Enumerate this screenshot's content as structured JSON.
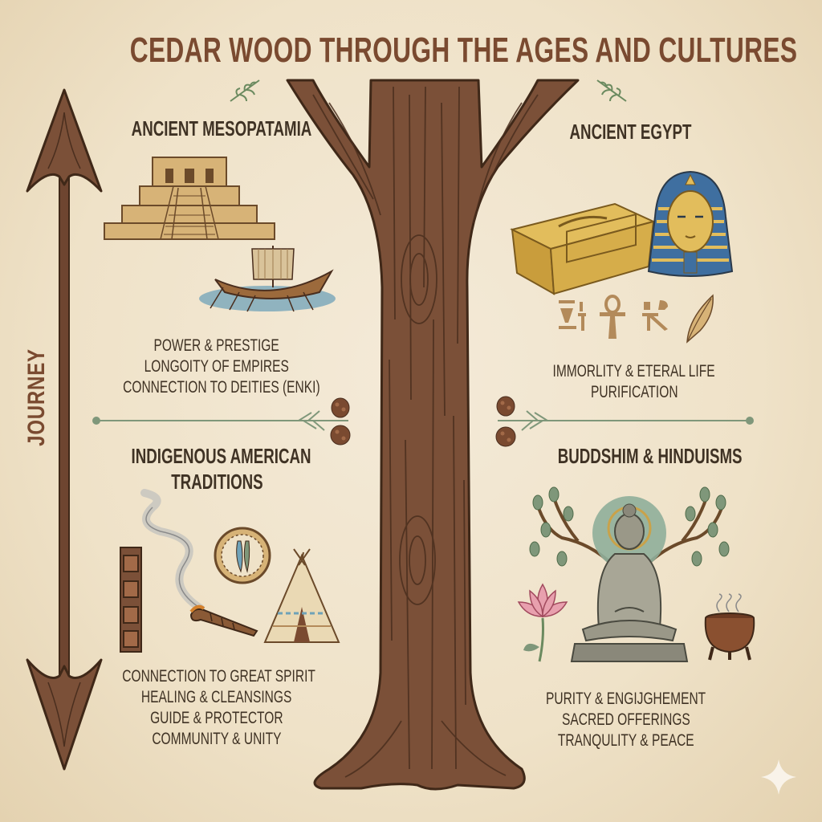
{
  "title": "CEDAR WOOD THROUGH THE AGES AND CULTURES",
  "axis_label": "JOURNEY",
  "colors": {
    "background": "#f1e6d0",
    "title": "#7a4a30",
    "text": "#3f3224",
    "tree": "#7b5038",
    "tree_outline": "#4a2e1e",
    "divider": "#7f977a",
    "gold": "#c9a24a"
  },
  "sections": {
    "mesopotamia": {
      "title": "ANCIENT MESOPATAMIA",
      "items": [
        "POWER & PRESTIGE",
        "LONGOITY OF EMPIRES",
        "CONNECTION TO DEITIES (ENKI)"
      ],
      "icons": [
        "ziggurat-icon",
        "ship-icon"
      ]
    },
    "egypt": {
      "title": "ANCIENT EGYPT",
      "items": [
        "IMMORLITY & ETERAL LIFE",
        "PURIFICATION"
      ],
      "icons": [
        "sarcophagus-icon",
        "pharaoh-mask-icon",
        "hieroglyph-icon",
        "ankh-icon",
        "feather-icon"
      ]
    },
    "indigenous": {
      "title_line1": "INDIGENOUS AMERICAN",
      "title_line2": "TRADITIONS",
      "items": [
        "CONNECTION TO GREAT SPIRIT",
        "HEALING & CLEANSINGS",
        "GUIDE & PROTECTOR",
        "COMMUNITY & UNITY"
      ],
      "icons": [
        "totem-pole-icon",
        "smoke-icon",
        "smudge-stick-icon",
        "dreamcatcher-icon",
        "teepee-icon"
      ]
    },
    "buddhism": {
      "title": "BUDDSHIM & HINDUISMS",
      "items": [
        "PURITY & ENGIJGHEMENT",
        "SACRED OFFERINGS",
        "TRANQULITY & PEACE"
      ],
      "icons": [
        "buddha-icon",
        "bodhi-tree-icon",
        "lotus-icon",
        "incense-pot-icon"
      ]
    }
  }
}
